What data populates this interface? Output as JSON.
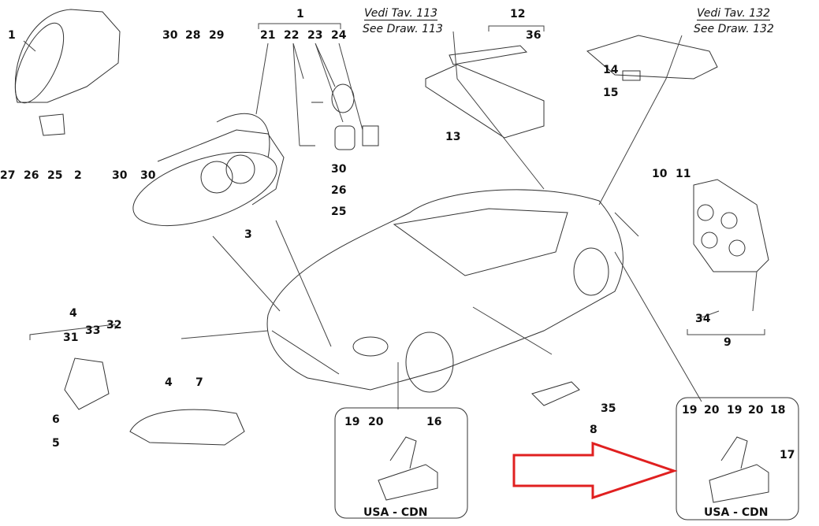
{
  "callouts": [
    "1",
    "30",
    "28",
    "29",
    "1",
    "21",
    "22",
    "23",
    "24",
    "12",
    "36",
    "14",
    "15",
    "13",
    "27",
    "26",
    "25",
    "2",
    "30",
    "30",
    "30",
    "26",
    "25",
    "3",
    "10",
    "11",
    "34",
    "9",
    "4",
    "33",
    "32",
    "31",
    "6",
    "5",
    "4",
    "7",
    "19",
    "20",
    "16",
    "35",
    "8",
    "19",
    "20",
    "19",
    "20",
    "18",
    "17"
  ],
  "references": {
    "left_it": "Vedi Tav. 113",
    "left_en": "See Draw. 113",
    "right_it": "Vedi Tav. 132",
    "right_en": "See Draw. 132"
  },
  "insets": {
    "left_caption": "USA - CDN",
    "right_caption": "USA - CDN"
  },
  "colors": {
    "highlight_arrow": "#e02020",
    "line": "#222222"
  }
}
